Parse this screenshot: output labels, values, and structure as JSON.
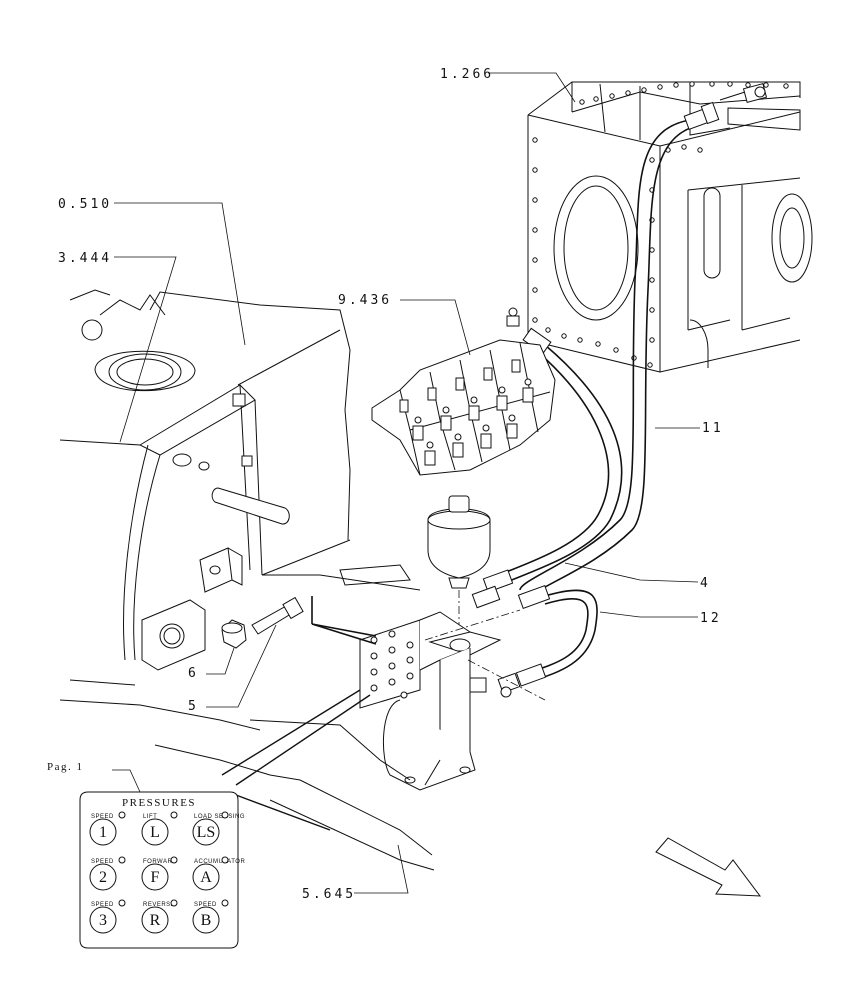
{
  "callouts": {
    "ref_1266": "1.266",
    "ref_0510": "0.510",
    "ref_3444": "3.444",
    "ref_9436": "9.436",
    "ref_11": "11",
    "ref_4": "4",
    "ref_12": "12",
    "ref_6": "6",
    "ref_5": "5",
    "ref_5645": "5.645",
    "ref_pag": "Pag. 1"
  },
  "panel": {
    "title": "PRESSURES",
    "rows": [
      {
        "labels": [
          "SPEED",
          "LIFT",
          "LOAD SENSING"
        ],
        "buttons": [
          "1",
          "L",
          "LS"
        ]
      },
      {
        "labels": [
          "SPEED",
          "FORWARD",
          "ACCUMULATOR"
        ],
        "buttons": [
          "2",
          "F",
          "A"
        ]
      },
      {
        "labels": [
          "SPEED",
          "REVERSE",
          "SPEED"
        ],
        "buttons": [
          "3",
          "R",
          "B"
        ]
      }
    ]
  },
  "icons": {
    "direction_arrow": "direction-arrow-icon"
  }
}
